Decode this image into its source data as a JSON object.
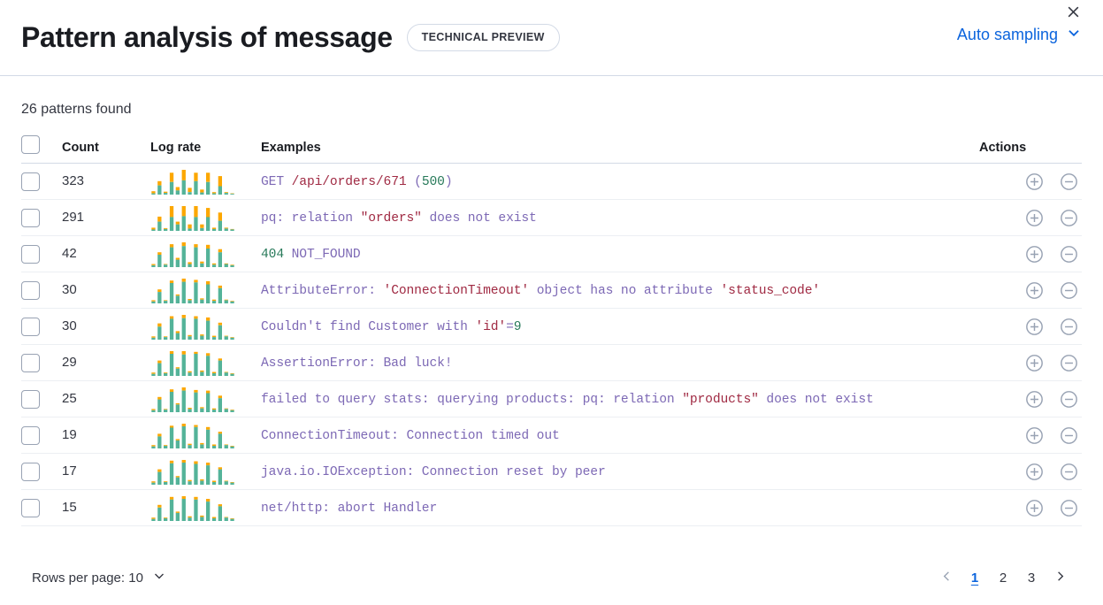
{
  "header": {
    "title": "Pattern analysis of message",
    "badge": "TECHNICAL PREVIEW",
    "sampling_label": "Auto sampling",
    "sampling_icon": "chevron-down-icon",
    "close_icon": "close-icon"
  },
  "summary": {
    "patterns_found": "26 patterns found"
  },
  "table": {
    "columns": {
      "select": "",
      "count": "Count",
      "log_rate": "Log rate",
      "examples": "Examples",
      "actions": "Actions"
    },
    "colors": {
      "bar_primary": "#54b399",
      "bar_secondary": "#fca700",
      "text_default": "#7d69b5",
      "text_string": "#a02a43",
      "text_number": "#287a5a",
      "accent": "#0b64dd"
    },
    "rows": [
      {
        "count": "323",
        "example_plain": "GET /api/orders/671 (500)",
        "example_tokens": [
          {
            "t": "GET ",
            "c": "default"
          },
          {
            "t": "/api/orders/671",
            "c": "string"
          },
          {
            "t": " (",
            "c": "default"
          },
          {
            "t": "500",
            "c": "number"
          },
          {
            "t": ")",
            "c": "default"
          }
        ],
        "sparkline": {
          "base": [
            3,
            22,
            4,
            30,
            10,
            34,
            6,
            32,
            5,
            30,
            3,
            20,
            4,
            2
          ],
          "over": [
            5,
            10,
            3,
            22,
            8,
            25,
            10,
            20,
            7,
            22,
            3,
            24,
            2,
            1
          ]
        },
        "add_icon": "circle-plus-icon",
        "remove_icon": "circle-minus-icon"
      },
      {
        "count": "291",
        "example_plain": "pq: relation \"orders\" does not exist",
        "example_tokens": [
          {
            "t": "pq: relation ",
            "c": "default"
          },
          {
            "t": "\"orders\"",
            "c": "string"
          },
          {
            "t": " does not exist",
            "c": "default"
          }
        ],
        "sparkline": {
          "base": [
            3,
            20,
            4,
            30,
            14,
            32,
            5,
            30,
            6,
            30,
            4,
            22,
            5,
            3
          ],
          "over": [
            4,
            11,
            2,
            24,
            6,
            22,
            9,
            24,
            8,
            20,
            3,
            18,
            2,
            1
          ]
        },
        "add_icon": "circle-plus-icon",
        "remove_icon": "circle-minus-icon"
      },
      {
        "count": "42",
        "example_plain": "404 NOT_FOUND",
        "example_tokens": [
          {
            "t": "404",
            "c": "number"
          },
          {
            "t": " NOT_FOUND",
            "c": "default"
          }
        ],
        "sparkline": {
          "base": [
            3,
            20,
            4,
            32,
            12,
            34,
            5,
            32,
            6,
            30,
            4,
            24,
            5,
            3
          ],
          "over": [
            2,
            4,
            1,
            5,
            3,
            6,
            3,
            5,
            3,
            6,
            2,
            5,
            1,
            1
          ]
        },
        "add_icon": "circle-plus-icon",
        "remove_icon": "circle-minus-icon"
      },
      {
        "count": "30",
        "example_plain": "AttributeError: 'ConnectionTimeout' object has no attribute 'status_code'",
        "example_tokens": [
          {
            "t": "AttributeError: ",
            "c": "default"
          },
          {
            "t": "'ConnectionTimeout'",
            "c": "string"
          },
          {
            "t": " object has no attribute ",
            "c": "default"
          },
          {
            "t": "'status_code'",
            "c": "string"
          }
        ],
        "sparkline": {
          "base": [
            3,
            18,
            4,
            32,
            12,
            34,
            5,
            33,
            6,
            30,
            4,
            24,
            5,
            3
          ],
          "over": [
            2,
            4,
            1,
            4,
            2,
            5,
            2,
            4,
            2,
            5,
            2,
            4,
            1,
            1
          ]
        },
        "add_icon": "circle-plus-icon",
        "remove_icon": "circle-minus-icon"
      },
      {
        "count": "30",
        "example_plain": "Couldn't find Customer with 'id'=9",
        "example_tokens": [
          {
            "t": "Couldn't find Customer with ",
            "c": "default"
          },
          {
            "t": "'id'",
            "c": "string"
          },
          {
            "t": "=",
            "c": "default"
          },
          {
            "t": "9",
            "c": "number"
          }
        ],
        "sparkline": {
          "base": [
            3,
            20,
            4,
            32,
            10,
            33,
            5,
            32,
            6,
            29,
            4,
            22,
            5,
            3
          ],
          "over": [
            2,
            5,
            1,
            4,
            3,
            5,
            2,
            4,
            2,
            5,
            2,
            4,
            1,
            1
          ]
        },
        "add_icon": "circle-plus-icon",
        "remove_icon": "circle-minus-icon"
      },
      {
        "count": "29",
        "example_plain": "AssertionError: Bad luck!",
        "example_tokens": [
          {
            "t": "AssertionError: Bad luck!",
            "c": "default"
          }
        ],
        "sparkline": {
          "base": [
            3,
            19,
            4,
            33,
            11,
            32,
            5,
            33,
            6,
            30,
            4,
            23,
            5,
            3
          ],
          "over": [
            2,
            4,
            1,
            4,
            2,
            5,
            2,
            3,
            2,
            4,
            2,
            3,
            1,
            1
          ]
        },
        "add_icon": "circle-plus-icon",
        "remove_icon": "circle-minus-icon"
      },
      {
        "count": "25",
        "example_plain": "failed to query stats: querying products: pq: relation \"products\" does not exist",
        "example_tokens": [
          {
            "t": "failed to query stats: querying products: pq: relation ",
            "c": "default"
          },
          {
            "t": "\"products\"",
            "c": "string"
          },
          {
            "t": " does not exist",
            "c": "default"
          }
        ],
        "sparkline": {
          "base": [
            3,
            20,
            4,
            32,
            12,
            34,
            5,
            31,
            6,
            30,
            4,
            22,
            5,
            3
          ],
          "over": [
            2,
            4,
            1,
            4,
            2,
            5,
            2,
            4,
            2,
            4,
            2,
            4,
            1,
            1
          ]
        },
        "add_icon": "circle-plus-icon",
        "remove_icon": "circle-minus-icon"
      },
      {
        "count": "19",
        "example_plain": "ConnectionTimeout: Connection timed out",
        "example_tokens": [
          {
            "t": "ConnectionTimeout: Connection timed out",
            "c": "default"
          }
        ],
        "sparkline": {
          "base": [
            3,
            18,
            4,
            31,
            12,
            33,
            5,
            32,
            6,
            28,
            4,
            22,
            5,
            3
          ],
          "over": [
            2,
            4,
            1,
            3,
            2,
            4,
            2,
            3,
            2,
            4,
            2,
            3,
            1,
            1
          ]
        },
        "add_icon": "circle-plus-icon",
        "remove_icon": "circle-minus-icon"
      },
      {
        "count": "17",
        "example_plain": "java.io.IOException: Connection reset by peer",
        "example_tokens": [
          {
            "t": "java.io.IOException: Connection reset by peer",
            "c": "default"
          }
        ],
        "sparkline": {
          "base": [
            3,
            19,
            4,
            32,
            11,
            33,
            5,
            31,
            6,
            29,
            4,
            23,
            5,
            3
          ],
          "over": [
            2,
            4,
            1,
            4,
            2,
            4,
            2,
            4,
            2,
            4,
            2,
            3,
            1,
            1
          ]
        },
        "add_icon": "circle-plus-icon",
        "remove_icon": "circle-minus-icon"
      },
      {
        "count": "15",
        "example_plain": "net/http: abort Handler",
        "example_tokens": [
          {
            "t": "net/http: abort Handler",
            "c": "default"
          }
        ],
        "sparkline": {
          "base": [
            3,
            20,
            4,
            32,
            12,
            33,
            5,
            32,
            6,
            29,
            4,
            22,
            5,
            3
          ],
          "over": [
            2,
            4,
            1,
            4,
            2,
            4,
            2,
            4,
            2,
            4,
            2,
            3,
            1,
            1
          ]
        },
        "add_icon": "circle-plus-icon",
        "remove_icon": "circle-minus-icon"
      }
    ]
  },
  "footer": {
    "rows_per_page_label": "Rows per page: 10",
    "rows_per_page_icon": "chevron-down-icon",
    "prev_icon": "chevron-left-icon",
    "next_icon": "chevron-right-icon",
    "pages": [
      "1",
      "2",
      "3"
    ],
    "active_page": "1"
  }
}
